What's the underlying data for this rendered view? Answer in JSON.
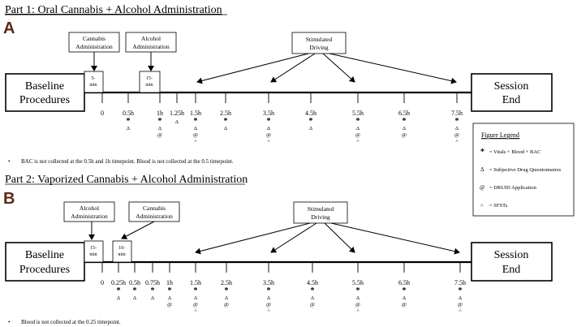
{
  "part1": {
    "title": "Part 1: Oral Cannabis + Alcohol Administration",
    "letter": "A",
    "top_boxes": [
      {
        "line1": "Cannabis",
        "line2": "Administration"
      },
      {
        "line1": "Alcohol",
        "line2": "Administration"
      }
    ],
    "driving": {
      "line1": "Stimulated",
      "line2": "Driving"
    },
    "baseline": {
      "line1": "Baseline",
      "line2": "Procedures"
    },
    "session": {
      "line1": "Session",
      "line2": "End"
    },
    "small_boxes": [
      {
        "line1": "5-",
        "line2": "min"
      },
      {
        "line1": "15-",
        "line2": "min"
      }
    ],
    "timepoints": [
      {
        "label": "0",
        "marks": []
      },
      {
        "label": "0.5h",
        "marks": [
          "*",
          "Δ"
        ]
      },
      {
        "label": "1h",
        "marks": [
          "*",
          "Δ",
          "@"
        ]
      },
      {
        "label": "1.25h",
        "marks": [
          "Δ"
        ]
      },
      {
        "label": "1.5h",
        "marks": [
          "*",
          "Δ",
          "@",
          "^"
        ]
      },
      {
        "label": "2.5h",
        "marks": [
          "*",
          "Δ"
        ]
      },
      {
        "label": "3.5h",
        "marks": [
          "*",
          "Δ",
          "@",
          "^"
        ]
      },
      {
        "label": "4.5h",
        "marks": [
          "*",
          "Δ"
        ]
      },
      {
        "label": "5.5h",
        "marks": [
          "*",
          "Δ",
          "@",
          "^"
        ]
      },
      {
        "label": "6.5h",
        "marks": [
          "*",
          "Δ",
          "@"
        ]
      },
      {
        "label": "7.5h",
        "marks": [
          "*",
          "Δ",
          "@",
          "^"
        ]
      }
    ],
    "note": "BAC is not collected at the 0.5h and 1h timepoint. Blood is not collected at the 0.5 timepoint."
  },
  "part2": {
    "title": "Part 2: Vaporized Cannabis + Alcohol Administration",
    "letter": "B",
    "top_boxes": [
      {
        "line1": "Alcohol",
        "line2": "Administration"
      },
      {
        "line1": "Cannabis",
        "line2": "Administration"
      }
    ],
    "driving": {
      "line1": "Stimulated",
      "line2": "Driving"
    },
    "baseline": {
      "line1": "Baseline",
      "line2": "Procedures"
    },
    "session": {
      "line1": "Session",
      "line2": "End"
    },
    "small_boxes": [
      {
        "line1": "15-",
        "line2": "min"
      },
      {
        "line1": "10-",
        "line2": "min"
      }
    ],
    "timepoints": [
      {
        "label": "0",
        "marks": []
      },
      {
        "label": "0.25h",
        "marks": [
          "*",
          "Δ"
        ]
      },
      {
        "label": "0.5h",
        "marks": [
          "*",
          "Δ"
        ]
      },
      {
        "label": "0.75h",
        "marks": [
          "*",
          "Δ"
        ]
      },
      {
        "label": "1h",
        "marks": [
          "*",
          "Δ",
          "@"
        ]
      },
      {
        "label": "1.5h",
        "marks": [
          "*",
          "Δ",
          "@",
          "^"
        ]
      },
      {
        "label": "2.5h",
        "marks": [
          "*",
          "Δ",
          "@"
        ]
      },
      {
        "label": "3.5h",
        "marks": [
          "*",
          "Δ",
          "@",
          "^"
        ]
      },
      {
        "label": "4.5h",
        "marks": [
          "*",
          "Δ",
          "@"
        ]
      },
      {
        "label": "5.5h",
        "marks": [
          "*",
          "Δ",
          "@",
          "^"
        ]
      },
      {
        "label": "6.5h",
        "marks": [
          "*",
          "Δ",
          "@"
        ]
      },
      {
        "label": "7.5h",
        "marks": [
          "*",
          "Δ",
          "@",
          "^"
        ]
      }
    ],
    "note": "Blood is not collected at the 0.25 timepoint."
  },
  "legend": {
    "title": "Figure Legend",
    "items": [
      {
        "symbol": "*",
        "text": "= Vitals + Blood + BAC"
      },
      {
        "symbol": "Δ",
        "text": "= Subjective Drug Questionnaires"
      },
      {
        "symbol": "@",
        "text": "= DRUID Application"
      },
      {
        "symbol": "^",
        "text": "= SFSTs"
      }
    ]
  },
  "colors": {
    "letter": "#5a2a16",
    "ink": "#000000"
  }
}
